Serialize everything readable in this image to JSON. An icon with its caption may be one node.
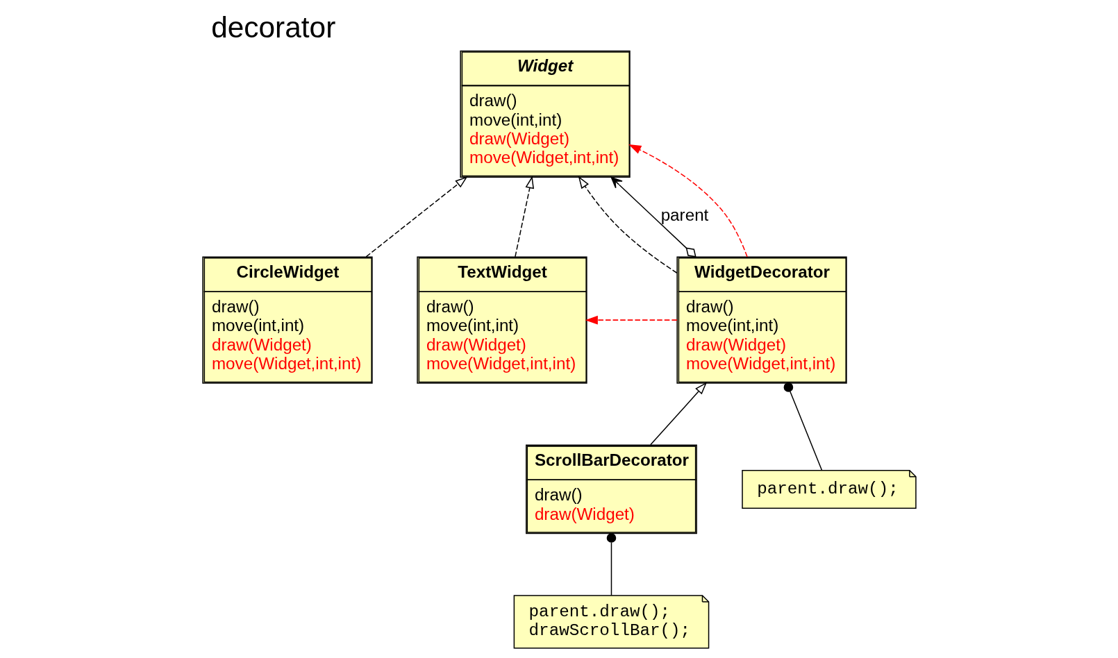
{
  "diagram": {
    "title": "decorator",
    "nodes": [
      {
        "text": [
          "Widget",
          "draw()",
          "move(int,int)",
          "draw(Widget)",
          "move(Widget,int,int)"
        ]
      },
      {
        "text": [
          "CircleWidget",
          "draw()",
          "move(int,int)",
          "draw(Widget)",
          "move(Widget,int,int)"
        ]
      },
      {
        "text": [
          "TextWidget",
          "draw()",
          "move(int,int)",
          "draw(Widget)",
          "move(Widget,int,int)"
        ]
      },
      {
        "text": [
          "WidgetDecorator",
          "draw()",
          "move(int,int)",
          "draw(Widget)",
          "move(Widget,int,int)"
        ]
      },
      {
        "text": [
          "ScrollBarDecorator",
          "draw()",
          "draw(Widget)"
        ]
      },
      {
        "text": [
          "parent.draw();"
        ]
      },
      {
        "text": [
          "parent.draw();",
          "drawScrollBar();"
        ]
      }
    ],
    "edges": [
      {
        "from": 1,
        "to": 0,
        "arrow": "to",
        "style": "dashed"
      },
      {
        "from": 2,
        "to": 0,
        "arrow": "to",
        "style": "dashed"
      },
      {
        "from": 3,
        "to": 0,
        "arrow": "to",
        "style": "dashed"
      },
      {
        "from": 4,
        "to": 3,
        "arrow": "to"
      },
      {
        "from": 3,
        "to": 0,
        "arrow": "to",
        "label": "parent"
      },
      {
        "from": 3,
        "to": 0,
        "arrow": "to",
        "style": "dashed",
        "color": "#ff0000"
      },
      {
        "from": 3,
        "to": 2,
        "arrow": "to",
        "style": "dashed",
        "color": "#ff0000"
      },
      {
        "from": 5,
        "to": 3,
        "arrow": "other"
      },
      {
        "from": 6,
        "to": 4,
        "arrow": "other"
      }
    ]
  }
}
